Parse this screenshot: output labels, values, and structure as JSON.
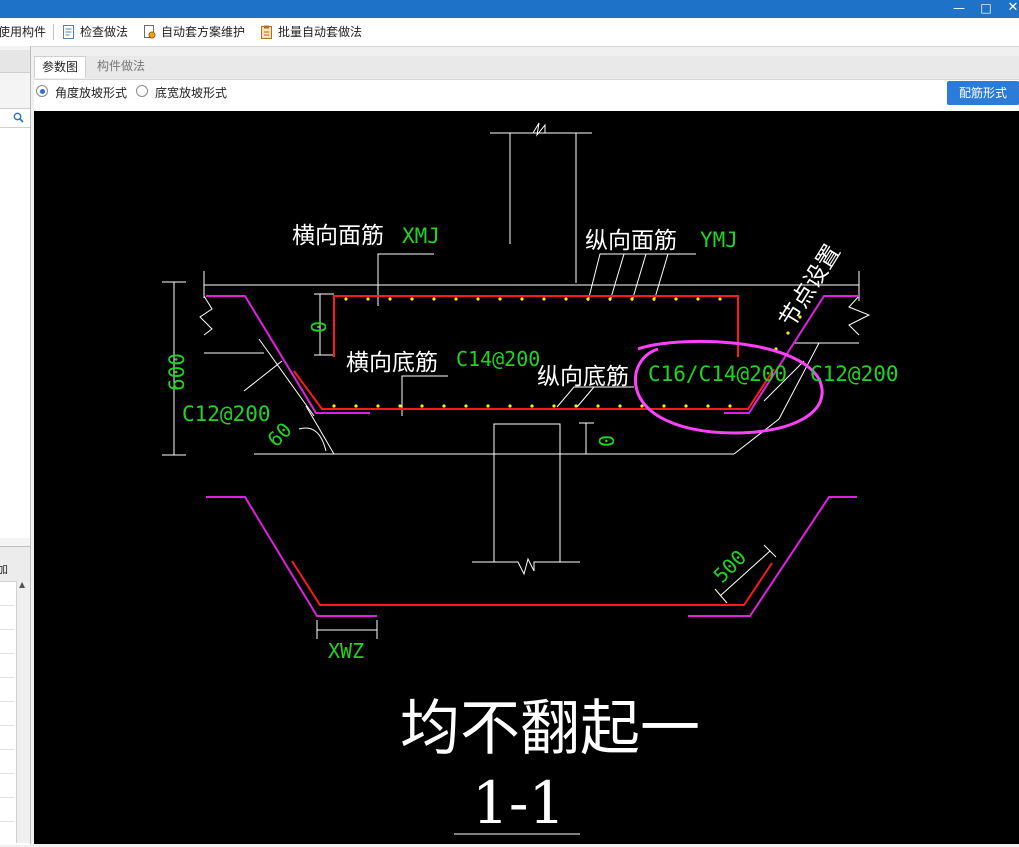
{
  "toolbar": {
    "items": [
      {
        "label": "使用构件"
      },
      {
        "label": "检查做法"
      },
      {
        "label": "自动套方案维护"
      },
      {
        "label": "批量自动套做法"
      }
    ]
  },
  "window": {
    "minimize_glyph": "—",
    "maximize_glyph": "□"
  },
  "left_panel": {
    "grid_header_partial": "加"
  },
  "tabs": [
    {
      "label": "参数图",
      "active": true
    },
    {
      "label": "构件做法",
      "active": false
    }
  ],
  "options": {
    "radio_1": "角度放坡形式",
    "radio_2": "底宽放坡形式",
    "rebar_button": "配筋形式"
  },
  "drawing": {
    "horiz_top": "横向面筋",
    "horiz_top_code": "XMJ",
    "vert_top": "纵向面筋",
    "vert_top_code": "YMJ",
    "node_setting": "节点设置",
    "zero_top": "0",
    "horiz_bottom": "横向底筋",
    "horiz_bottom_value": "C14@200",
    "vert_bottom": "纵向底筋",
    "vert_bottom_value": "C16/C14@200",
    "right_value": "C12@200",
    "height": "600",
    "left_value": "C12@200",
    "angle": "60",
    "zero_bottom": "0",
    "dim_500": "500",
    "xwz": "XWZ",
    "big_title": "均不翻起一",
    "section": "1-1"
  },
  "colors": {
    "title_bar": "#1e73c8",
    "canvas_bg": "#000000",
    "line_white": "#ffffff",
    "label_green": "#22d422",
    "rebar_red": "#ff1a1a",
    "slope_magenta": "#e020e0",
    "dot_yellow": "#ffee00",
    "annotation_circle": "#ff40ff",
    "button_blue": "#2b7bd8"
  }
}
